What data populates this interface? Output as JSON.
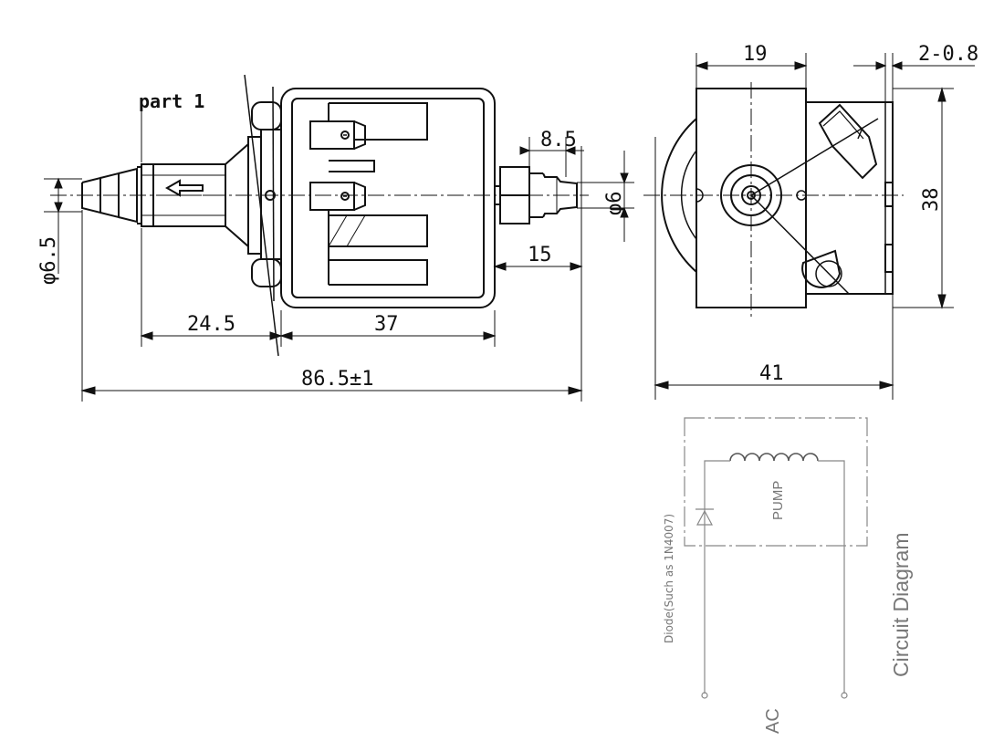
{
  "labels": {
    "part_label": "part 1",
    "dim_dia_65": "φ6.5",
    "dim_245": "24.5",
    "dim_37": "37",
    "dim_865": "86.5±1",
    "dim_85": "8.5",
    "dim_dia_6": "φ6",
    "dim_15": "15",
    "dim_19": "19",
    "dim_2_08": "2-0.8",
    "dim_38": "38",
    "dim_41": "41"
  },
  "circuit": {
    "pump_label": "PUMP",
    "diode_note": "Diode(Such as 1N4007)",
    "title": "Circuit Diagram",
    "supply_label": "AC"
  }
}
